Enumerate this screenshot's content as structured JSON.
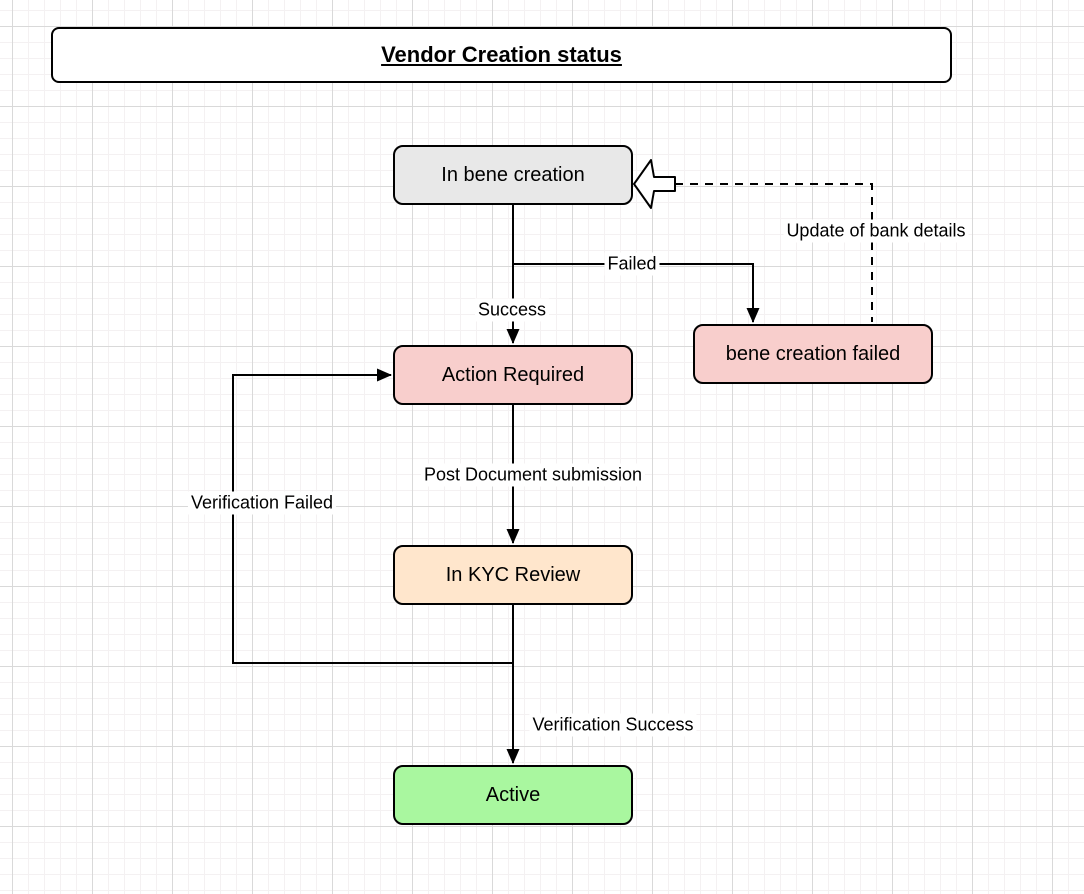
{
  "diagram": {
    "title": "Vendor Creation status",
    "nodes": [
      {
        "id": "in-bene-creation",
        "label": "In bene creation",
        "fill": "#e8e8e8"
      },
      {
        "id": "bene-creation-failed",
        "label": "bene creation failed",
        "fill": "#f8cecc"
      },
      {
        "id": "action-required",
        "label": "Action Required",
        "fill": "#f8cecc"
      },
      {
        "id": "in-kyc-review",
        "label": "In KYC Review",
        "fill": "#ffe6cc"
      },
      {
        "id": "active",
        "label": "Active",
        "fill": "#a9f79f"
      }
    ],
    "edges": [
      {
        "from": "in-bene-creation",
        "to": "action-required",
        "label": "Success",
        "style": "solid"
      },
      {
        "from": "in-bene-creation",
        "to": "bene-creation-failed",
        "label": "Failed",
        "style": "solid"
      },
      {
        "from": "bene-creation-failed",
        "to": "in-bene-creation",
        "label": "Update of bank details",
        "style": "dashed"
      },
      {
        "from": "action-required",
        "to": "in-kyc-review",
        "label": "Post Document submission",
        "style": "solid"
      },
      {
        "from": "in-kyc-review",
        "to": "action-required",
        "label": "Verification Failed",
        "style": "solid"
      },
      {
        "from": "in-kyc-review",
        "to": "active",
        "label": "Verification Success",
        "style": "solid"
      }
    ],
    "colors": {
      "stroke": "#000000",
      "gray_fill": "#e8e8e8",
      "pink_fill": "#f8cecc",
      "orange_fill": "#ffe6cc",
      "green_fill": "#a9f79f",
      "grid_minor": "#f4f1f2",
      "grid_major": "#d9d9d9",
      "canvas": "#ffffff"
    }
  }
}
